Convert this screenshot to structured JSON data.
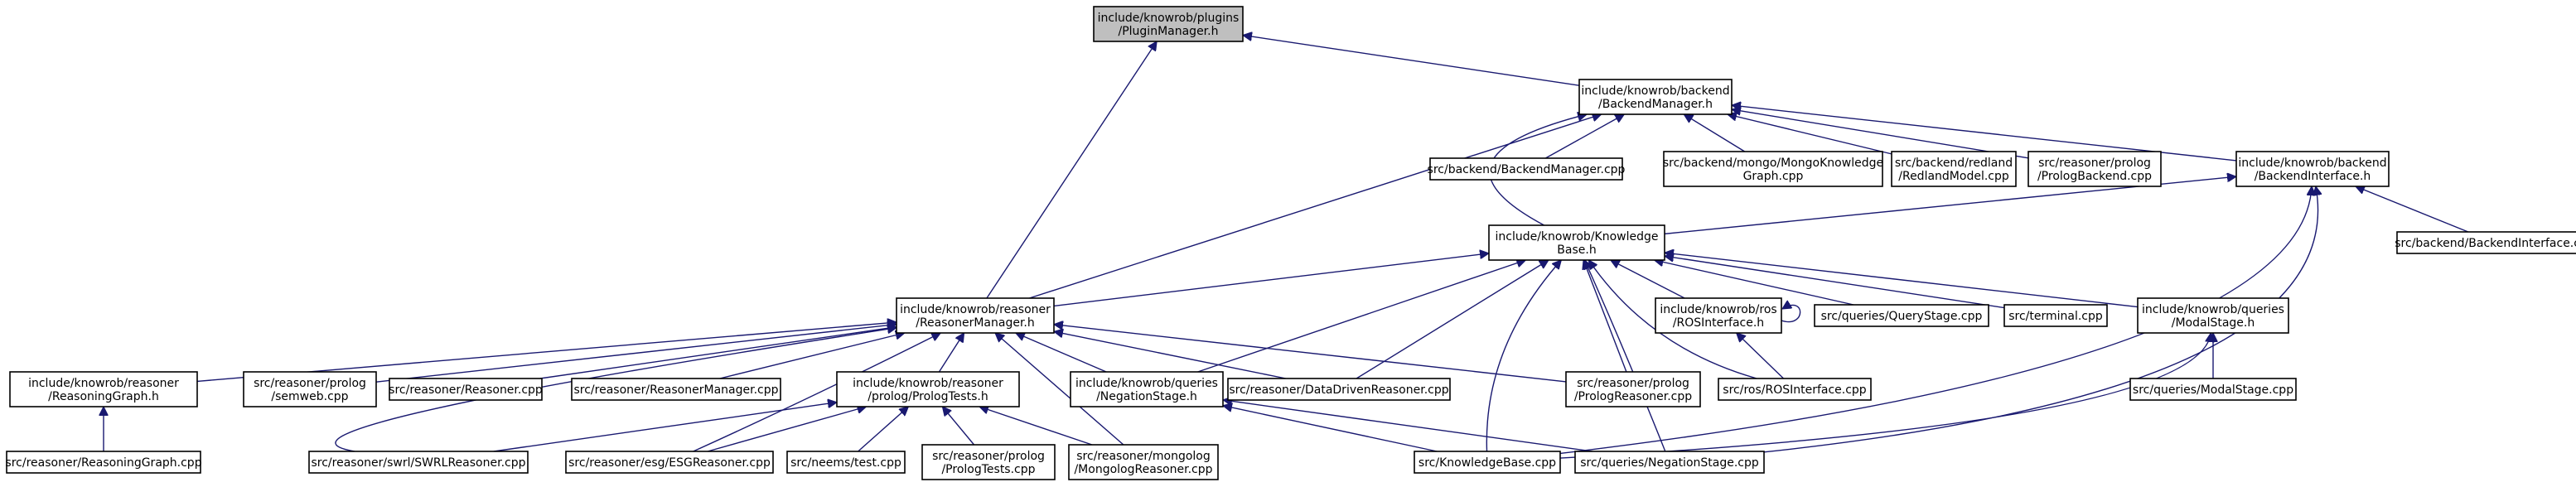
{
  "graph": {
    "colors": {
      "edge": "#191970",
      "root_fill": "#bfbfbf",
      "node_fill": "#ffffff",
      "border": "#000000"
    },
    "nodes": [
      {
        "id": "plugin_manager",
        "lines": [
          "include/knowrob/plugins",
          "/PluginManager.h"
        ],
        "root": true
      },
      {
        "id": "backend_manager_h",
        "lines": [
          "include/knowrob/backend",
          "/BackendManager.h"
        ]
      },
      {
        "id": "backend_manager_cpp",
        "lines": [
          "src/backend/BackendManager.cpp"
        ]
      },
      {
        "id": "mongo_kg_cpp",
        "lines": [
          "src/backend/mongo/MongoKnowledge",
          "Graph.cpp"
        ]
      },
      {
        "id": "redland_cpp",
        "lines": [
          "src/backend/redland",
          "/RedlandModel.cpp"
        ]
      },
      {
        "id": "prolog_backend_cpp",
        "lines": [
          "src/reasoner/prolog",
          "/PrologBackend.cpp"
        ]
      },
      {
        "id": "backend_interface_h",
        "lines": [
          "include/knowrob/backend",
          "/BackendInterface.h"
        ]
      },
      {
        "id": "backend_interface_cpp",
        "lines": [
          "src/backend/BackendInterface.cpp"
        ]
      },
      {
        "id": "knowledge_base_h",
        "lines": [
          "include/knowrob/Knowledge",
          "Base.h"
        ]
      },
      {
        "id": "reasoner_manager_h",
        "lines": [
          "include/knowrob/reasoner",
          "/ReasonerManager.h"
        ]
      },
      {
        "id": "ros_interface_h",
        "lines": [
          "include/knowrob/ros",
          "/ROSInterface.h"
        ]
      },
      {
        "id": "query_stage_cpp",
        "lines": [
          "src/queries/QueryStage.cpp"
        ]
      },
      {
        "id": "terminal_cpp",
        "lines": [
          "src/terminal.cpp"
        ]
      },
      {
        "id": "modal_stage_h",
        "lines": [
          "include/knowrob/queries",
          "/ModalStage.h"
        ]
      },
      {
        "id": "reasoning_graph_h",
        "lines": [
          "include/knowrob/reasoner",
          "/ReasoningGraph.h"
        ]
      },
      {
        "id": "semweb_cpp",
        "lines": [
          "src/reasoner/prolog",
          "/semweb.cpp"
        ]
      },
      {
        "id": "reasoner_cpp",
        "lines": [
          "src/reasoner/Reasoner.cpp"
        ]
      },
      {
        "id": "reasoner_manager_cpp",
        "lines": [
          "src/reasoner/ReasonerManager.cpp"
        ]
      },
      {
        "id": "prolog_tests_h",
        "lines": [
          "include/knowrob/reasoner",
          "/prolog/PrologTests.h"
        ]
      },
      {
        "id": "negation_stage_h",
        "lines": [
          "include/knowrob/queries",
          "/NegationStage.h"
        ]
      },
      {
        "id": "data_driven_cpp",
        "lines": [
          "src/reasoner/DataDrivenReasoner.cpp"
        ]
      },
      {
        "id": "prolog_reasoner_cpp",
        "lines": [
          "src/reasoner/prolog",
          "/PrologReasoner.cpp"
        ]
      },
      {
        "id": "ros_interface_cpp",
        "lines": [
          "src/ros/ROSInterface.cpp"
        ]
      },
      {
        "id": "modal_stage_cpp",
        "lines": [
          "src/queries/ModalStage.cpp"
        ]
      },
      {
        "id": "reasoning_graph_cpp",
        "lines": [
          "src/reasoner/ReasoningGraph.cpp"
        ]
      },
      {
        "id": "swrl_cpp",
        "lines": [
          "src/reasoner/swrl/SWRLReasoner.cpp"
        ]
      },
      {
        "id": "esg_cpp",
        "lines": [
          "src/reasoner/esg/ESGReasoner.cpp"
        ]
      },
      {
        "id": "neems_test_cpp",
        "lines": [
          "src/neems/test.cpp"
        ]
      },
      {
        "id": "prolog_tests_cpp",
        "lines": [
          "src/reasoner/prolog",
          "/PrologTests.cpp"
        ]
      },
      {
        "id": "mongolog_cpp",
        "lines": [
          "src/reasoner/mongolog",
          "/MongologReasoner.cpp"
        ]
      },
      {
        "id": "knowledge_base_cpp",
        "lines": [
          "src/KnowledgeBase.cpp"
        ]
      },
      {
        "id": "negation_stage_cpp",
        "lines": [
          "src/queries/NegationStage.cpp"
        ]
      }
    ],
    "edges": [
      [
        "backend_manager_h",
        "plugin_manager"
      ],
      [
        "reasoner_manager_h",
        "plugin_manager"
      ],
      [
        "backend_manager_cpp",
        "backend_manager_h"
      ],
      [
        "mongo_kg_cpp",
        "backend_manager_h"
      ],
      [
        "redland_cpp",
        "backend_manager_h"
      ],
      [
        "prolog_backend_cpp",
        "backend_manager_h"
      ],
      [
        "backend_interface_h",
        "backend_manager_h"
      ],
      [
        "knowledge_base_h",
        "backend_manager_h"
      ],
      [
        "reasoner_manager_h",
        "backend_manager_h"
      ],
      [
        "backend_interface_cpp",
        "backend_interface_h"
      ],
      [
        "knowledge_base_h",
        "backend_interface_h"
      ],
      [
        "knowledge_base_cpp",
        "backend_interface_h"
      ],
      [
        "negation_stage_cpp",
        "backend_interface_h"
      ],
      [
        "reasoner_manager_h",
        "knowledge_base_h"
      ],
      [
        "ros_interface_h",
        "knowledge_base_h"
      ],
      [
        "query_stage_cpp",
        "knowledge_base_h"
      ],
      [
        "terminal_cpp",
        "knowledge_base_h"
      ],
      [
        "modal_stage_h",
        "knowledge_base_h"
      ],
      [
        "negation_stage_h",
        "knowledge_base_h"
      ],
      [
        "data_driven_cpp",
        "knowledge_base_h"
      ],
      [
        "prolog_reasoner_cpp",
        "knowledge_base_h"
      ],
      [
        "ros_interface_cpp",
        "knowledge_base_h"
      ],
      [
        "knowledge_base_cpp",
        "knowledge_base_h"
      ],
      [
        "negation_stage_cpp",
        "knowledge_base_h"
      ],
      [
        "ros_interface_h",
        "ros_interface_h"
      ],
      [
        "ros_interface_cpp",
        "ros_interface_h"
      ],
      [
        "modal_stage_cpp",
        "modal_stage_h"
      ],
      [
        "knowledge_base_cpp",
        "modal_stage_h"
      ],
      [
        "reasoning_graph_h",
        "reasoner_manager_h"
      ],
      [
        "semweb_cpp",
        "reasoner_manager_h"
      ],
      [
        "reasoner_cpp",
        "reasoner_manager_h"
      ],
      [
        "reasoner_manager_cpp",
        "reasoner_manager_h"
      ],
      [
        "prolog_tests_h",
        "reasoner_manager_h"
      ],
      [
        "negation_stage_h",
        "reasoner_manager_h"
      ],
      [
        "data_driven_cpp",
        "reasoner_manager_h"
      ],
      [
        "prolog_reasoner_cpp",
        "reasoner_manager_h"
      ],
      [
        "swrl_cpp",
        "reasoner_manager_h"
      ],
      [
        "esg_cpp",
        "reasoner_manager_h"
      ],
      [
        "mongolog_cpp",
        "reasoner_manager_h"
      ],
      [
        "reasoning_graph_cpp",
        "reasoning_graph_h"
      ],
      [
        "swrl_cpp",
        "prolog_tests_h"
      ],
      [
        "esg_cpp",
        "prolog_tests_h"
      ],
      [
        "neems_test_cpp",
        "prolog_tests_h"
      ],
      [
        "prolog_tests_cpp",
        "prolog_tests_h"
      ],
      [
        "mongolog_cpp",
        "prolog_tests_h"
      ],
      [
        "knowledge_base_cpp",
        "negation_stage_h"
      ],
      [
        "negation_stage_cpp",
        "negation_stage_h"
      ]
    ]
  }
}
